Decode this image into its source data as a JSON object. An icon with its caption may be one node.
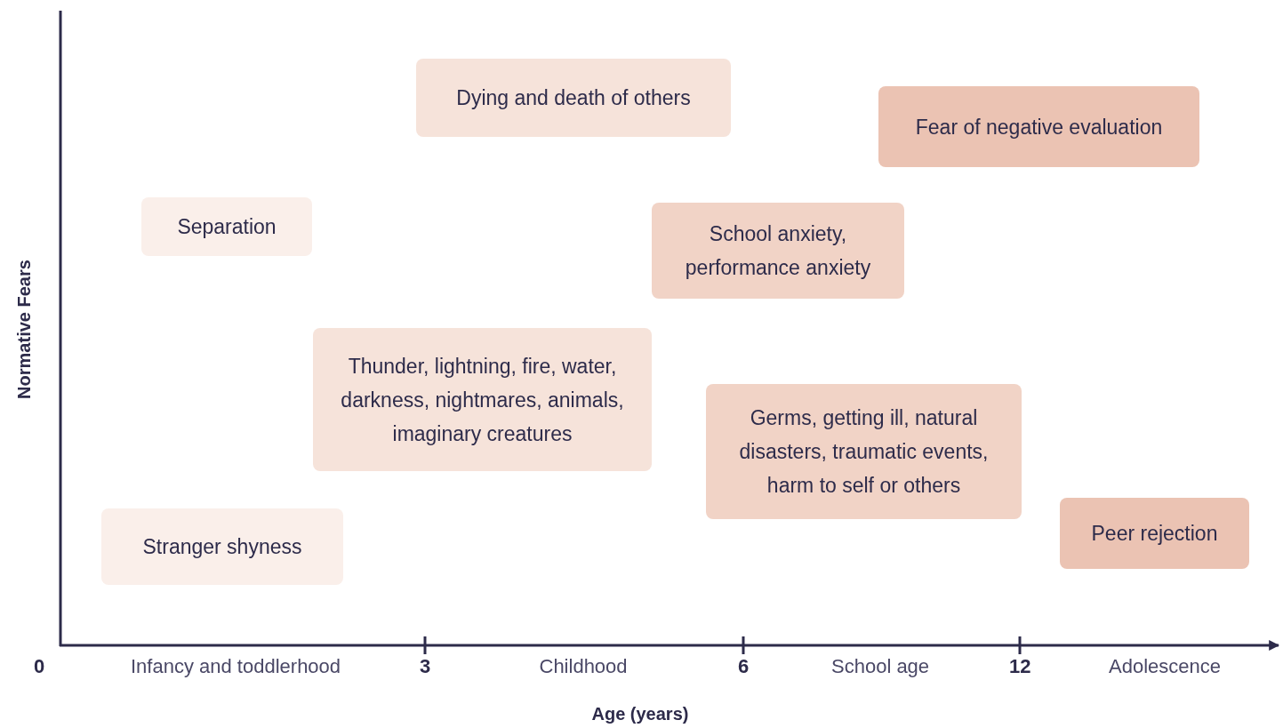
{
  "diagram": {
    "nodes": [
      {
        "text": [
          "Dying and death of others"
        ]
      },
      {
        "text": [
          "Fear of negative evaluation"
        ]
      },
      {
        "text": [
          "Separation"
        ]
      },
      {
        "text": [
          "School anxiety, performance anxiety"
        ]
      },
      {
        "text": [
          "Thunder, lightning, fire, water, darkness, nightmares, animals, imaginary creatures"
        ]
      },
      {
        "text": [
          "Germs, getting ill, natural disasters, traumatic events, harm to self or others"
        ]
      },
      {
        "text": [
          "Peer rejection"
        ]
      },
      {
        "text": [
          "Stranger shyness"
        ]
      }
    ],
    "edges": [],
    "labels": [
      "Normative Fears",
      "0",
      "Infancy and toddlerhood",
      "3",
      "Childhood",
      "6",
      "School age",
      "12",
      "Adolescence",
      "Age (years)"
    ]
  }
}
